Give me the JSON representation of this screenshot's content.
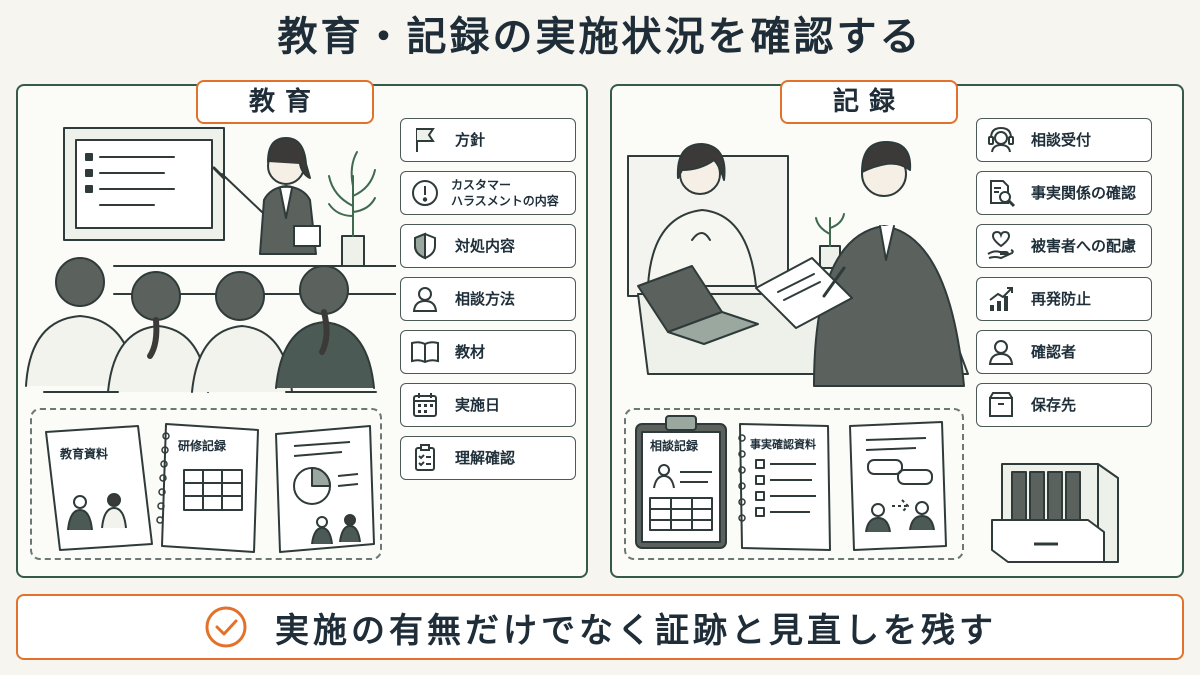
{
  "title": "教育・記録の実施状況を確認する",
  "education": {
    "label": "教育",
    "items": [
      {
        "label": "方針",
        "icon": "flag-icon"
      },
      {
        "label": "カスタマー\nハラスメントの内容",
        "icon": "exclamation-icon"
      },
      {
        "label": "対処内容",
        "icon": "shield-icon"
      },
      {
        "label": "相談方法",
        "icon": "person-icon"
      },
      {
        "label": "教材",
        "icon": "book-icon"
      },
      {
        "label": "実施日",
        "icon": "calendar-icon"
      },
      {
        "label": "理解確認",
        "icon": "checklist-icon"
      }
    ],
    "documents": [
      "教育資料",
      "研修記録"
    ]
  },
  "records": {
    "label": "記録",
    "items": [
      {
        "label": "相談受付",
        "icon": "headset-icon"
      },
      {
        "label": "事実関係の確認",
        "icon": "document-search-icon"
      },
      {
        "label": "被害者への配慮",
        "icon": "heart-hand-icon"
      },
      {
        "label": "再発防止",
        "icon": "growth-chart-icon"
      },
      {
        "label": "確認者",
        "icon": "person-icon"
      },
      {
        "label": "保存先",
        "icon": "archive-box-icon"
      }
    ],
    "documents": [
      "相談記録",
      "事実確認資料"
    ]
  },
  "bottom_message": "実施の有無だけでなく証跡と見直しを残す",
  "colors": {
    "accent": "#e2722b",
    "frame": "#355a48",
    "text": "#1e2d38",
    "background": "#f6f5ef"
  }
}
